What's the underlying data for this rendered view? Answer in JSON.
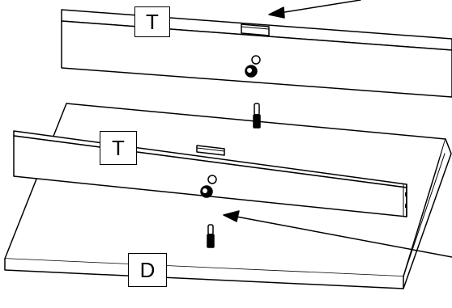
{
  "diagram": {
    "parts": {
      "top_panel_label": "T",
      "middle_panel_label": "T",
      "base_panel_label": "D"
    },
    "components": [
      {
        "name": "top-rail",
        "kind": "panel"
      },
      {
        "name": "middle-rail",
        "kind": "panel"
      },
      {
        "name": "base-board",
        "kind": "panel"
      },
      {
        "name": "cam-lock",
        "kind": "fitting",
        "count": 2
      },
      {
        "name": "dowel-screw",
        "kind": "fastener",
        "count": 2
      },
      {
        "name": "clip-plate",
        "kind": "bracket",
        "count": 2
      }
    ],
    "colors": {
      "line": "#000000",
      "fill": "#ffffff"
    }
  }
}
